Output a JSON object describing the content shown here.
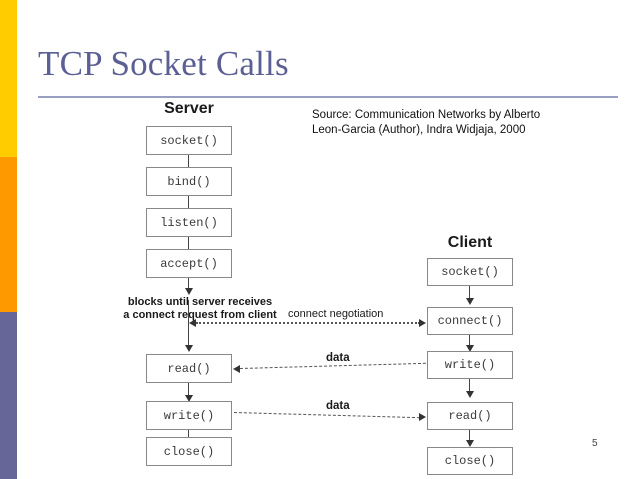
{
  "slide": {
    "title": "TCP Socket Calls",
    "page_number": "5",
    "source_credit": "Source: Communication Networks by Alberto Leon-Garcia (Author), Indra Widjaja, 2000",
    "accent_colors": {
      "title": "#5b5f93",
      "rule": "#9a9ec2",
      "rail_yellow": "#ffcc00",
      "rail_orange": "#ff9900",
      "rail_purple": "#666699"
    }
  },
  "diagram": {
    "type": "flowchart",
    "columns": [
      {
        "heading": "Server",
        "nodes": [
          {
            "label": "socket()"
          },
          {
            "label": "bind()"
          },
          {
            "label": "listen()"
          },
          {
            "label": "accept()"
          },
          {
            "label": "read()"
          },
          {
            "label": "write()"
          },
          {
            "label": "close()"
          }
        ]
      },
      {
        "heading": "Client",
        "nodes": [
          {
            "label": "socket()"
          },
          {
            "label": "connect()"
          },
          {
            "label": "write()"
          },
          {
            "label": "read()"
          },
          {
            "label": "close()"
          }
        ]
      }
    ],
    "annotations": {
      "blocks_note_line1": "blocks until server receives",
      "blocks_note_line2": "a connect request from client",
      "connect_negotiation": "connect negotiation",
      "data_label_1": "data",
      "data_label_2": "data"
    }
  }
}
